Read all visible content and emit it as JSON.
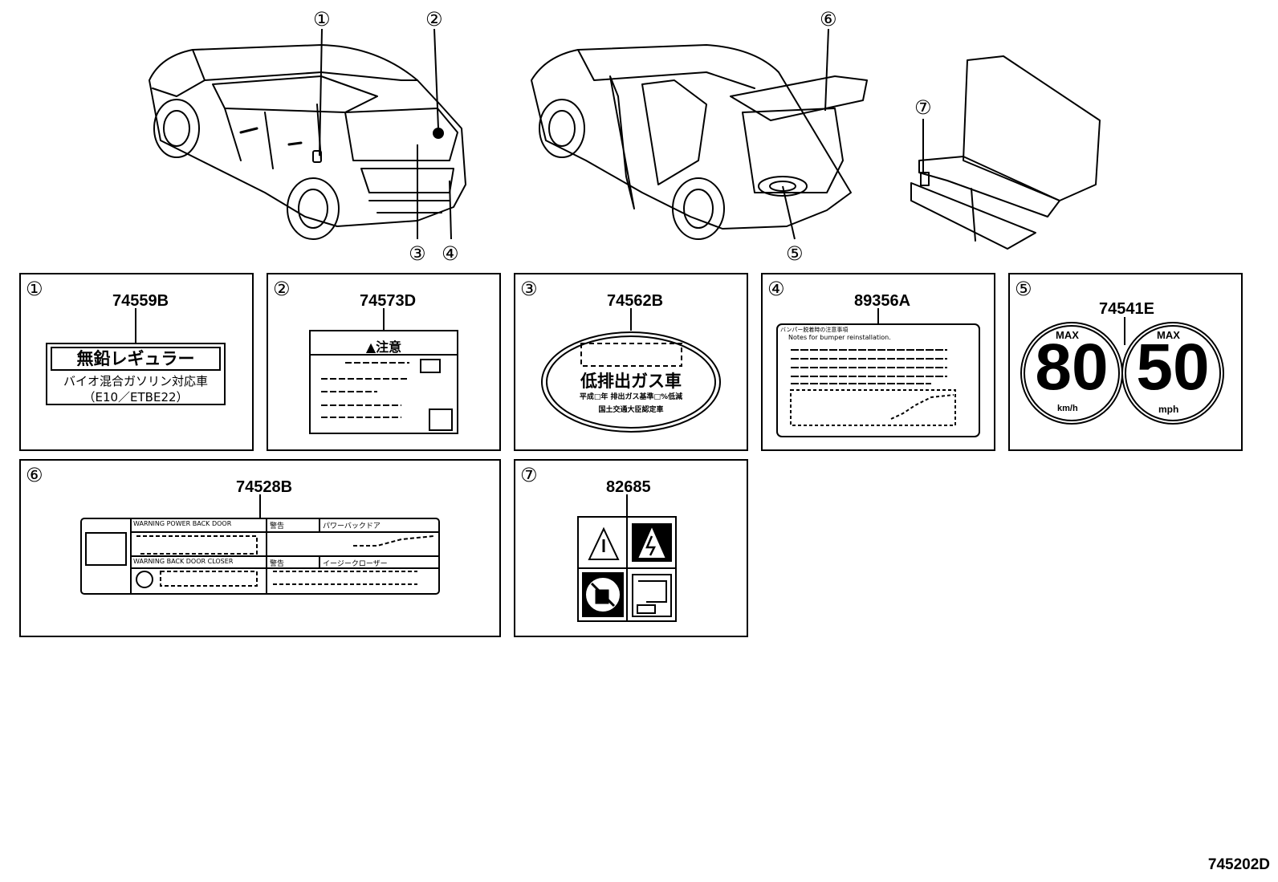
{
  "callouts": [
    "①",
    "②",
    "③",
    "④",
    "⑤",
    "⑥",
    "⑦"
  ],
  "parts": [
    {
      "num": "①",
      "code": "74559B"
    },
    {
      "num": "②",
      "code": "74573D"
    },
    {
      "num": "③",
      "code": "74562B"
    },
    {
      "num": "④",
      "code": "89356A"
    },
    {
      "num": "⑤",
      "code": "74541E"
    },
    {
      "num": "⑥",
      "code": "74528B"
    },
    {
      "num": "⑦",
      "code": "82685"
    }
  ],
  "label1": {
    "line1": "無鉛レギュラー",
    "line2": "バイオ混合ガソリン対応車",
    "line3": "（E10／ETBE22）"
  },
  "label2": {
    "header": "▲注意"
  },
  "label3": {
    "main": "低排出ガス車",
    "sub1": "平成□年 排出ガス基準□%低減",
    "sub2": "国土交通大臣認定車"
  },
  "label4": {
    "line1": "バンパー脱着時の注意事項",
    "line2": "Notes for bumper reinstallation."
  },
  "label5": {
    "max_text": "MAX",
    "kmh": "80",
    "kmh_unit": "km/h",
    "mph": "50",
    "mph_unit": "mph"
  },
  "label6": {
    "row1_a": "WARNING POWER BACK DOOR",
    "row1_b": "警告",
    "row1_c": "パワーバックドア",
    "row2_a": "WARNING BACK DOOR CLOSER",
    "row2_b": "警告",
    "row2_c": "イージークローザー"
  },
  "drawing_ref": "745202D",
  "colors": {
    "ink": "#000000",
    "background": "#ffffff"
  }
}
